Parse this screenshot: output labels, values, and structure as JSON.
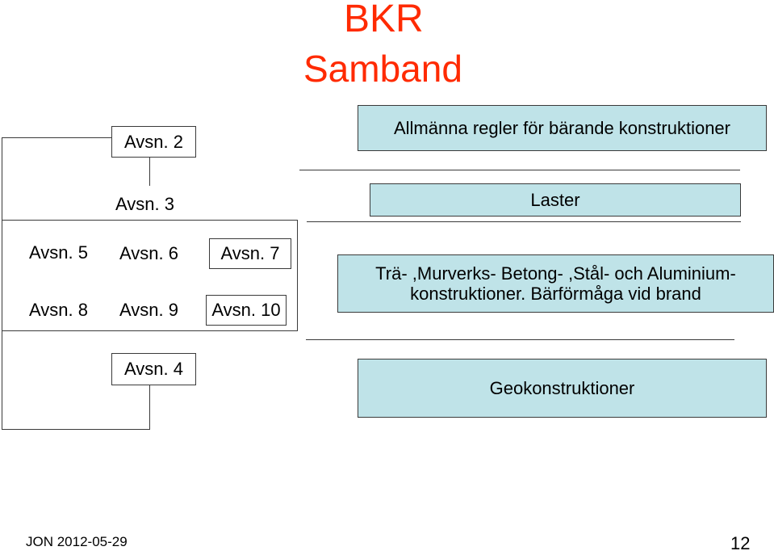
{
  "title": {
    "line1": "BKR",
    "line2": "Samband"
  },
  "sections": {
    "avsn2": "Avsn. 2",
    "avsn3": "Avsn.  3",
    "avsn4": "Avsn. 4",
    "avsn5": "Avsn. 5",
    "avsn6": "Avsn. 6",
    "avsn7": "Avsn. 7",
    "avsn8": "Avsn. 8",
    "avsn9": "Avsn. 9",
    "avsn10": "Avsn. 10"
  },
  "boxes": {
    "allmanna": "Allmänna regler för bärande konstruktioner",
    "laster": "Laster",
    "material_line1": "Trä- ,Murverks- Betong- ,Stål- och Aluminium-",
    "material_line2": "konstruktioner. Bärförmåga vid brand",
    "geo": "Geokonstruktioner"
  },
  "footer": {
    "author_date": "JON 2012-05-29",
    "page_number": "12"
  },
  "colors": {
    "title": "#ff2a00",
    "box_fill": "#bfe3e8",
    "line": "#3a3a3a"
  }
}
